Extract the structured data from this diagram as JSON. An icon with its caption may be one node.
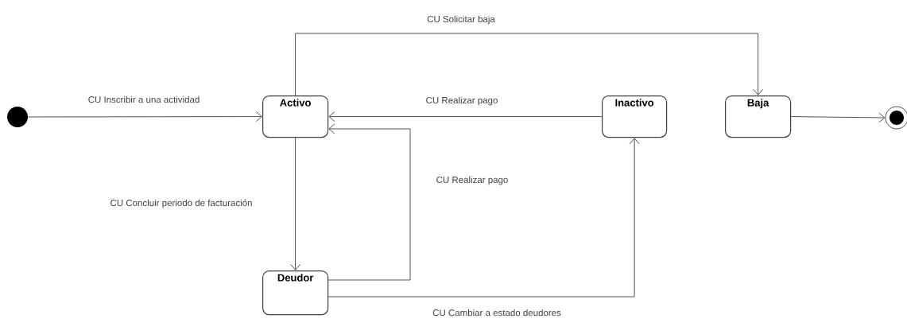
{
  "diagram": {
    "nodes": [
      {
        "text": [],
        "shape": "circle"
      },
      {
        "text": [
          "Activo"
        ]
      },
      {
        "text": [
          "Inactivo"
        ]
      },
      {
        "text": [
          "Baja"
        ]
      },
      {
        "text": [],
        "shape": "circle"
      },
      {
        "text": [
          "Deudor"
        ]
      }
    ],
    "edges": [
      {
        "from": 0,
        "to": 1,
        "arrow": "to",
        "label": "CU Inscribir a una actividad"
      },
      {
        "from": 1,
        "to": 3,
        "arrow": "to",
        "label": "CU Solicitar baja"
      },
      {
        "from": 2,
        "to": 1,
        "arrow": "to",
        "label": "CU Realizar pago"
      },
      {
        "from": 1,
        "to": 5,
        "arrow": "to",
        "label": "CU Concluir periodo de facturación"
      },
      {
        "from": 5,
        "to": 1,
        "arrow": "to",
        "label": "CU Realizar pago"
      },
      {
        "from": 5,
        "to": 2,
        "arrow": "to",
        "label": "CU Cambiar a estado deudores"
      },
      {
        "from": 3,
        "to": 4,
        "arrow": "to"
      }
    ]
  }
}
